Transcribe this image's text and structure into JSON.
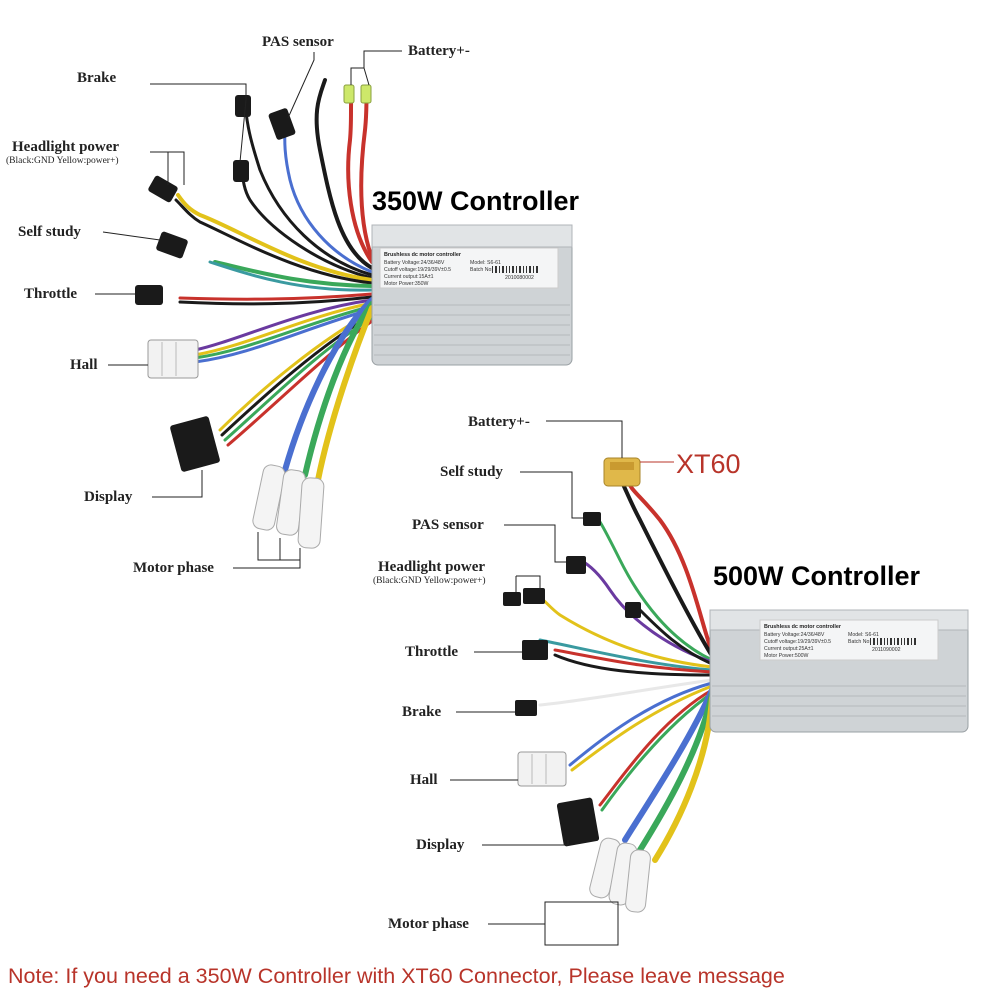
{
  "controller_350": {
    "title": "350W Controller",
    "plate": {
      "heading": "Brushless dc motor controller",
      "voltage": "Battery Voltage:24/36/48V",
      "model": "Model: S6-61",
      "cutoff": "Cutoff voltage:19/29/39V±0.5",
      "batch": "Batch No:",
      "current": "Current output:15A±1",
      "serial": "2010080002",
      "power": "Motor Power:350W"
    },
    "labels": {
      "pas": "PAS sensor",
      "battery": "Battery+-",
      "brake": "Brake",
      "headlight": "Headlight power",
      "headlight_sub": "(Black:GND Yellow:power+)",
      "self_study": "Self study",
      "throttle": "Throttle",
      "hall": "Hall",
      "display": "Display",
      "motor_phase": "Motor phase"
    }
  },
  "controller_500": {
    "title": "500W Controller",
    "connector": "XT60",
    "plate": {
      "heading": "Brushless dc motor controller",
      "voltage": "Battery Voltage:24/36/48V",
      "model": "Model: S6-61",
      "cutoff": "Cutoff voltage:19/29/39V±0.5",
      "batch": "Batch No:",
      "current": "Current output:25A±1",
      "serial": "2011090002",
      "power": "Motor Power:500W"
    },
    "labels": {
      "battery": "Battery+-",
      "self_study": "Self study",
      "pas": "PAS sensor",
      "headlight": "Headlight power",
      "headlight_sub": "(Black:GND Yellow:power+)",
      "throttle": "Throttle",
      "brake": "Brake",
      "hall": "Hall",
      "display": "Display",
      "motor_phase": "Motor phase"
    }
  },
  "note": "Note: If you need a 350W Controller with XT60 Connector,  Please leave message",
  "colors": {
    "note_red": "#b8342a",
    "housing": "#cfd3d6",
    "wire_red": "#c8322c",
    "wire_black": "#1a1a1a",
    "wire_yellow": "#e2c21a",
    "wire_green": "#3aa85a",
    "wire_blue": "#4a6fd0",
    "wire_purple": "#6a3aa0",
    "wire_teal": "#3a9aa0",
    "wire_white": "#e8e8e8"
  }
}
